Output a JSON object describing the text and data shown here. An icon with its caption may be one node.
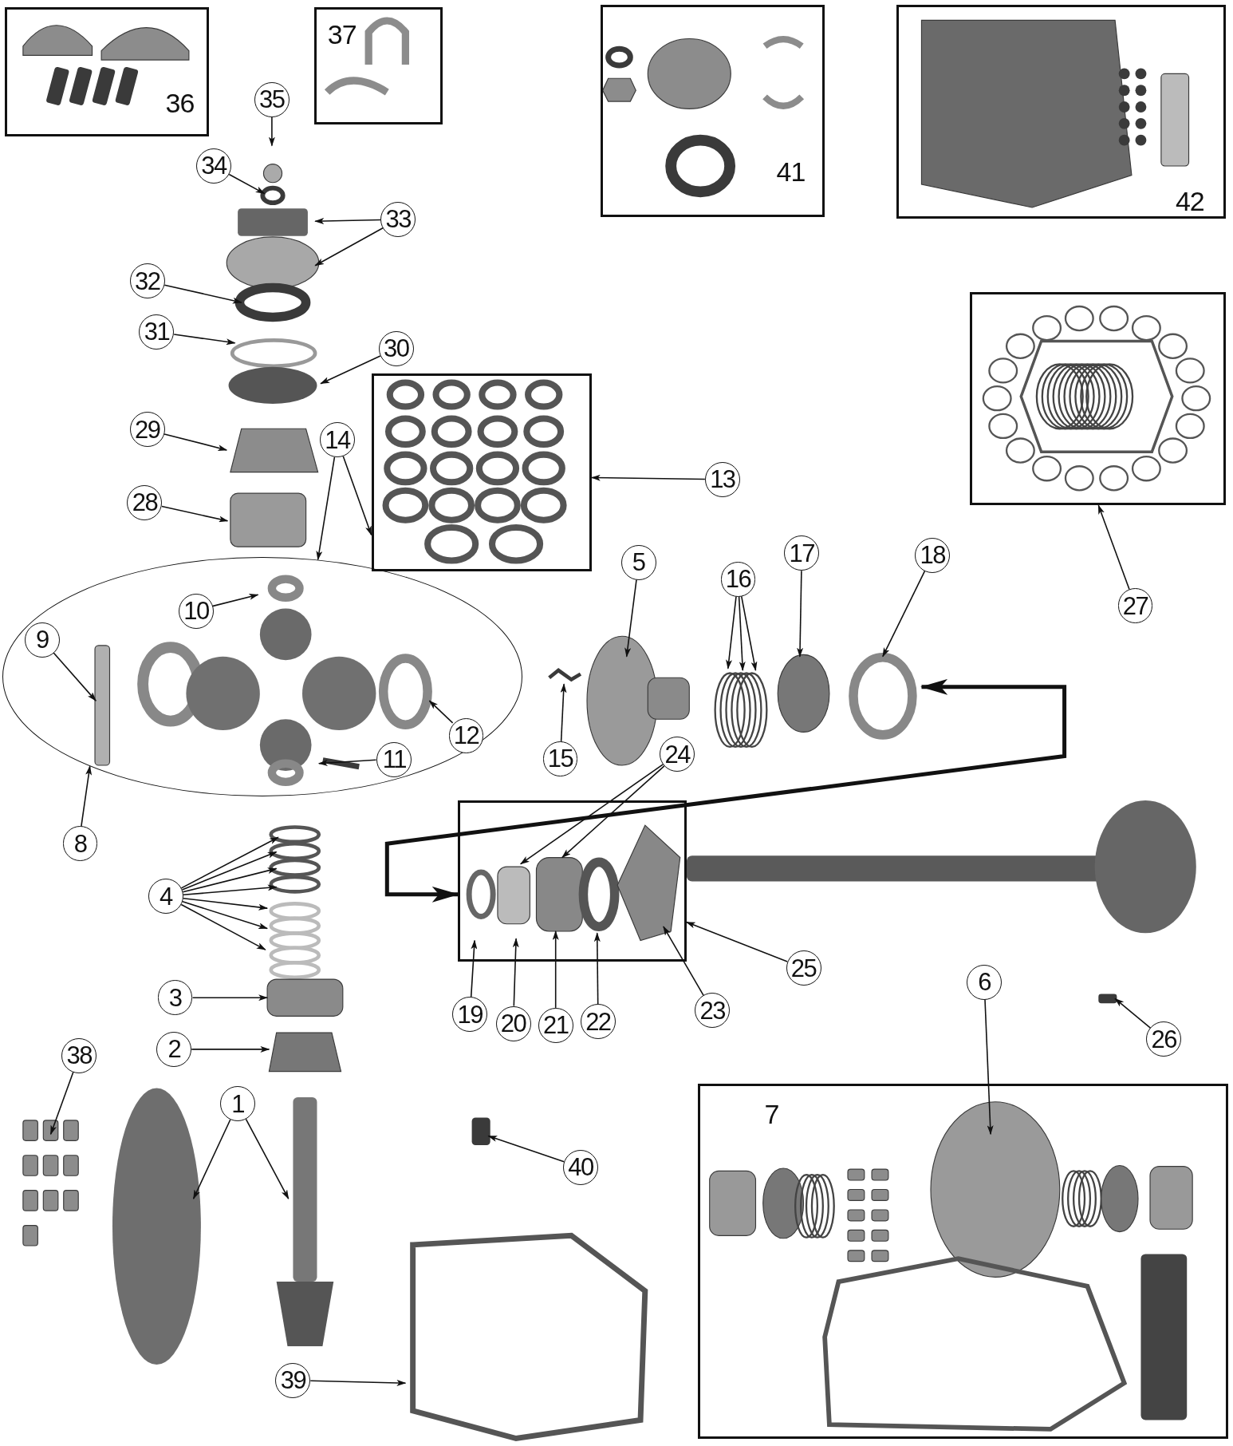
{
  "diagram": {
    "nodes": [
      {
        "text": [
          "36"
        ]
      },
      {
        "text": [
          "37"
        ]
      },
      {
        "text": [
          "41"
        ]
      },
      {
        "text": [
          "42"
        ]
      },
      {
        "text": [
          "35"
        ]
      },
      {
        "text": [
          "34"
        ]
      },
      {
        "text": [
          "33"
        ]
      },
      {
        "text": [
          "32"
        ]
      },
      {
        "text": [],
        "shape": "box"
      },
      {
        "text": [
          "31"
        ]
      },
      {
        "text": [
          "30"
        ]
      },
      {
        "text": [],
        "shape": "box"
      },
      {
        "text": [
          "29"
        ]
      },
      {
        "text": [
          "14"
        ]
      },
      {
        "text": [
          "13"
        ]
      },
      {
        "text": [
          "28"
        ]
      },
      {
        "text": [],
        "shape": "ellipse"
      },
      {
        "text": [
          "10"
        ],
        "in": 16
      },
      {
        "text": [
          "9"
        ],
        "in": 16
      },
      {
        "text": [
          "5"
        ]
      },
      {
        "text": [
          "16"
        ]
      },
      {
        "text": [
          "17"
        ]
      },
      {
        "text": [
          "18"
        ]
      },
      {
        "text": [
          "27"
        ]
      },
      {
        "text": [
          "12"
        ],
        "in": 16
      },
      {
        "text": [
          "11"
        ],
        "in": 16
      },
      {
        "text": [
          "15"
        ]
      },
      {
        "text": [
          "24"
        ]
      },
      {
        "text": [
          "8"
        ]
      },
      {
        "text": [],
        "shape": "box"
      },
      {
        "text": [
          "4"
        ]
      },
      {
        "text": [
          "25"
        ]
      },
      {
        "text": [
          "3"
        ]
      },
      {
        "text": [
          "19"
        ]
      },
      {
        "text": [
          "20"
        ]
      },
      {
        "text": [
          "21"
        ]
      },
      {
        "text": [
          "22"
        ]
      },
      {
        "text": [
          "23"
        ]
      },
      {
        "text": [
          "6"
        ]
      },
      {
        "text": [
          "2"
        ]
      },
      {
        "text": [
          "26"
        ]
      },
      {
        "text": [
          "38"
        ]
      },
      {
        "text": [
          "1"
        ]
      },
      {
        "text": [
          "7"
        ]
      },
      {
        "text": [
          "40"
        ]
      },
      {
        "text": [
          "39"
        ]
      }
    ],
    "edges": [
      {
        "from": 4,
        "to": null,
        "arrow": "to"
      },
      {
        "from": 5,
        "to": null,
        "arrow": "to"
      },
      {
        "from": 6,
        "to": null,
        "arrow": "to"
      },
      {
        "from": 6,
        "to": null,
        "arrow": "to"
      },
      {
        "from": 7,
        "to": null,
        "arrow": "to"
      },
      {
        "from": 9,
        "to": null,
        "arrow": "to"
      },
      {
        "from": 10,
        "to": null,
        "arrow": "to"
      },
      {
        "from": 12,
        "to": null,
        "arrow": "to"
      },
      {
        "from": 13,
        "to": 16,
        "arrow": "to"
      },
      {
        "from": 13,
        "to": 11,
        "arrow": "to"
      },
      {
        "from": 14,
        "to": 11,
        "arrow": "to"
      },
      {
        "from": 15,
        "to": null,
        "arrow": "to"
      },
      {
        "from": 17,
        "to": null,
        "arrow": "to"
      },
      {
        "from": 18,
        "to": null,
        "arrow": "to"
      },
      {
        "from": 24,
        "to": null,
        "arrow": "to"
      },
      {
        "from": 25,
        "to": null,
        "arrow": "to"
      },
      {
        "from": 26,
        "to": null,
        "arrow": "to"
      },
      {
        "from": 19,
        "to": null,
        "arrow": "to"
      },
      {
        "from": 20,
        "to": null,
        "arrow": "to"
      },
      {
        "from": 20,
        "to": null,
        "arrow": "to"
      },
      {
        "from": 20,
        "to": null,
        "arrow": "to"
      },
      {
        "from": 21,
        "to": null,
        "arrow": "to"
      },
      {
        "from": 22,
        "to": null,
        "arrow": "to"
      },
      {
        "from": 23,
        "to": 8,
        "arrow": "to"
      },
      {
        "from": 27,
        "to": 29,
        "arrow": "to"
      },
      {
        "from": 27,
        "to": 29,
        "arrow": "to"
      },
      {
        "from": 28,
        "to": 16,
        "arrow": "to"
      },
      {
        "from": 29,
        "to": null,
        "arrow": "both",
        "style": "thick"
      },
      {
        "from": 30,
        "to": null,
        "arrow": "to"
      },
      {
        "from": 30,
        "to": null,
        "arrow": "to"
      },
      {
        "from": 30,
        "to": null,
        "arrow": "to"
      },
      {
        "from": 30,
        "to": null,
        "arrow": "to"
      },
      {
        "from": 30,
        "to": null,
        "arrow": "to"
      },
      {
        "from": 30,
        "to": null,
        "arrow": "to"
      },
      {
        "from": 30,
        "to": null,
        "arrow": "to"
      },
      {
        "from": 32,
        "to": null,
        "arrow": "to"
      },
      {
        "from": 39,
        "to": null,
        "arrow": "to"
      },
      {
        "from": 33,
        "to": 29,
        "arrow": "to"
      },
      {
        "from": 34,
        "to": 29,
        "arrow": "to"
      },
      {
        "from": 35,
        "to": 29,
        "arrow": "to"
      },
      {
        "from": 36,
        "to": 29,
        "arrow": "to"
      },
      {
        "from": 37,
        "to": 29,
        "arrow": "to"
      },
      {
        "from": 31,
        "to": 29,
        "arrow": "to"
      },
      {
        "from": 38,
        "to": 43,
        "arrow": "to"
      },
      {
        "from": 40,
        "to": null,
        "arrow": "to"
      },
      {
        "from": 41,
        "to": null,
        "arrow": "to"
      },
      {
        "from": 42,
        "to": null,
        "arrow": "to"
      },
      {
        "from": 42,
        "to": null,
        "arrow": "to"
      },
      {
        "from": 44,
        "to": null,
        "arrow": "to"
      },
      {
        "from": 45,
        "to": null,
        "arrow": "to"
      }
    ]
  }
}
